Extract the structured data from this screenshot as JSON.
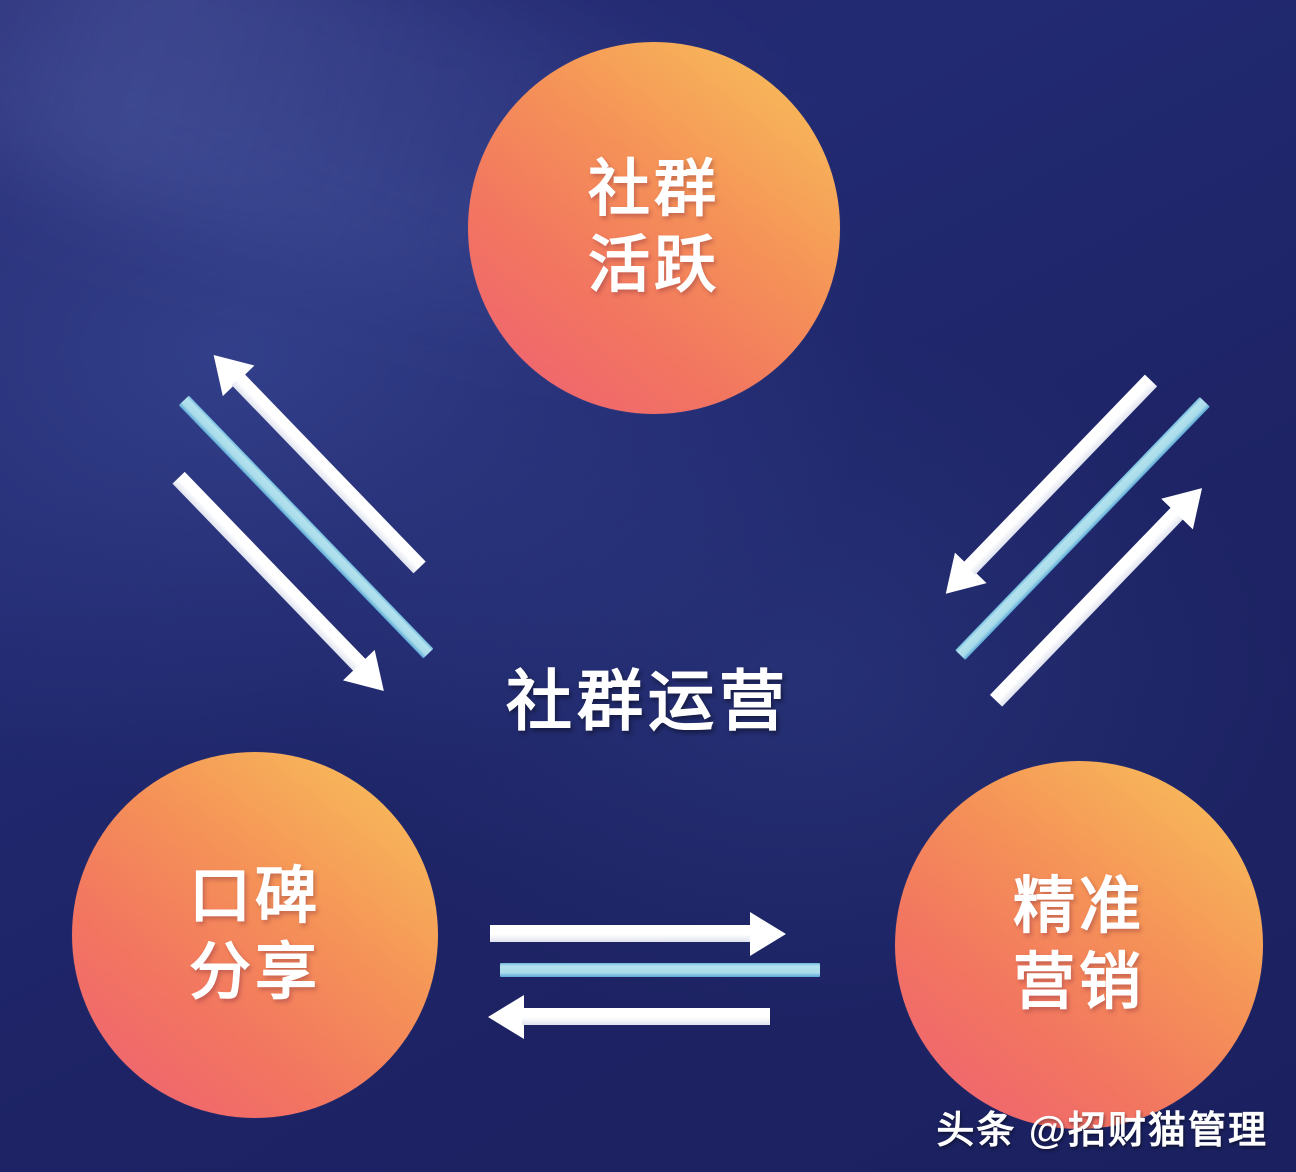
{
  "diagram": {
    "center_label": "社群运营",
    "background_color": "#212a70",
    "accent_bar_color": "#a9dcea",
    "arrow_color": "#ffffff",
    "node_gradient_from": "#ef5f76",
    "node_gradient_to": "#f8c25d",
    "nodes": [
      {
        "id": "community-active",
        "line1": "社群",
        "line2": "活跃"
      },
      {
        "id": "word-of-mouth",
        "line1": "口碑",
        "line2": "分享"
      },
      {
        "id": "precision-marketing",
        "line1": "精准",
        "line2": "营销"
      }
    ],
    "connectors": [
      {
        "id": "top-to-left",
        "style": "double-arrow-with-bar",
        "orientation": "diagonal-down-left"
      },
      {
        "id": "top-to-right",
        "style": "double-arrow-with-bar",
        "orientation": "diagonal-down-right"
      },
      {
        "id": "left-to-right",
        "style": "double-arrow-with-bar",
        "orientation": "horizontal"
      }
    ]
  },
  "watermark": {
    "text": "头条 @招财猫管理"
  }
}
